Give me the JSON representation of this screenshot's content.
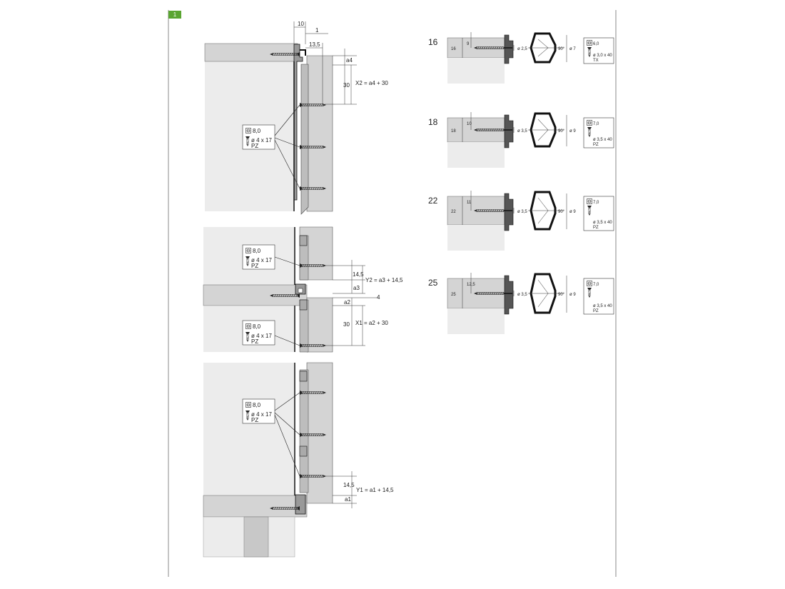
{
  "page": {
    "tab_number": "1",
    "accent": "#5aa531"
  },
  "left": {
    "top_dims": {
      "d1": "10",
      "d2": "1",
      "d3": "13,5",
      "a4": "a4",
      "d30": "30",
      "formula": "X2 = a4 + 30"
    },
    "mid_dims": {
      "d145": "14,5",
      "a3": "a3",
      "d4": "4",
      "a2": "a2",
      "d30": "30",
      "y2": "Y2 = a3 + 14,5",
      "x1": "X1 = a2 + 30"
    },
    "bot_dims": {
      "d145": "14,5",
      "a1": "a1",
      "y1": "Y1 = a1 + 14,5"
    },
    "screw_label": {
      "drill": "8,0",
      "size": "ø 4 x 17",
      "drive": "PZ"
    }
  },
  "right": {
    "rows": [
      {
        "thick": "16",
        "inner": "9",
        "dia_small": "ø 2,5",
        "angle": "90°",
        "dia_big": "ø 7",
        "box_drill": "6,0",
        "box_size": "ø 3,0 x 40",
        "box_drive": "TX"
      },
      {
        "thick": "18",
        "inner": "10",
        "dia_small": "ø 3,5",
        "angle": "90°",
        "dia_big": "ø 9",
        "box_drill": "7,0",
        "box_size": "ø 3,5 x 40",
        "box_drive": "PZ"
      },
      {
        "thick": "22",
        "inner": "11",
        "dia_small": "ø 3,5",
        "angle": "90°",
        "dia_big": "ø 9",
        "box_drill": "7,0",
        "box_size": "ø 3,5 x 40",
        "box_drive": "PZ"
      },
      {
        "thick": "25",
        "inner": "12,5",
        "dia_small": "ø 3,5",
        "angle": "90°",
        "dia_big": "ø 9",
        "box_drill": "7,0",
        "box_size": "ø 3,5 x 40",
        "box_drive": "PZ"
      }
    ]
  }
}
